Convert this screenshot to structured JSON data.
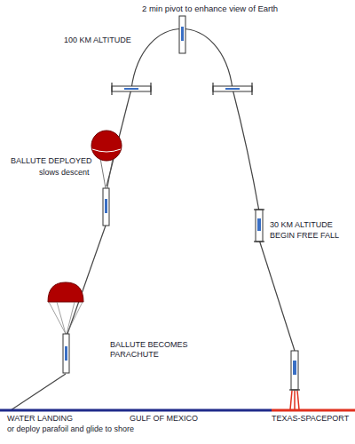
{
  "diagram": {
    "labels": [
      "2 min pivot to enhance view of Earth",
      "100 KM ALTITUDE",
      "BALLUTE DEPLOYED",
      "slows descent",
      "30 KM ALTITUDE",
      "BEGIN FREE FALL",
      "BALLUTE BECOMES PARACHUTE",
      "WATER LANDING",
      "or deploy parafoil and glide to shore",
      "GULF OF MEXICO",
      "TEXAS-SPACEPORT"
    ]
  }
}
